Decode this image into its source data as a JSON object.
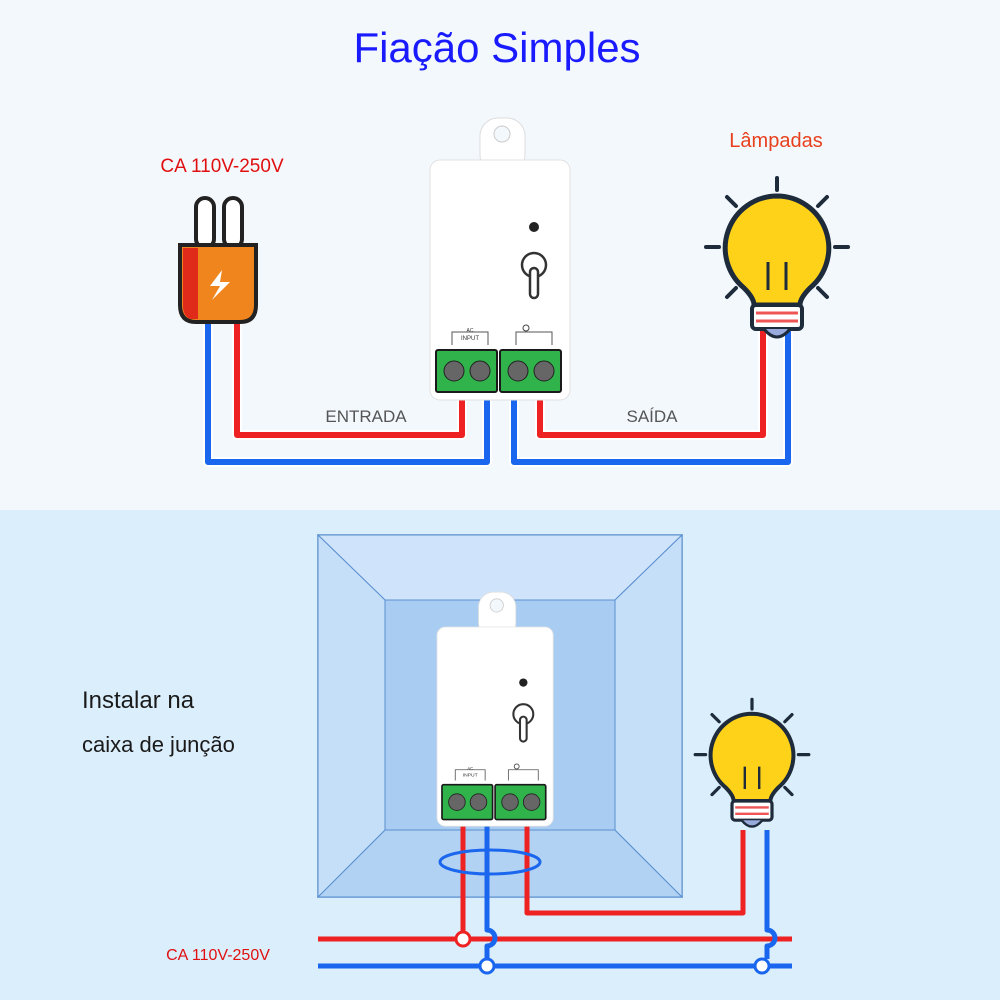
{
  "title": "Fiação Simples",
  "top": {
    "power_label": "CA 110V-250V",
    "lamp_label": "Lâmpadas",
    "input_label": "ENTRADA",
    "output_label": "SAÍDA",
    "relay": {
      "input_terminal_label": "INPUT",
      "ac_label": "AC"
    }
  },
  "bottom": {
    "install_line1": "Instalar na",
    "install_line2": "caixa de junção",
    "power_label": "CA 110V-250V",
    "relay": {
      "input_terminal_label": "INPUT",
      "ac_label": "AC"
    }
  },
  "colors": {
    "title": "#1a1aff",
    "live_wire": "#ee2222",
    "neutral_wire": "#1a66ee",
    "terminal_green": "#2fb34a",
    "bulb_yellow": "#ffd21a",
    "plug_orange": "#f0851e",
    "junction_box": "#a9cdf2"
  },
  "icons": [
    "power-plug-icon",
    "light-bulb-icon",
    "relay-module",
    "junction-box"
  ]
}
